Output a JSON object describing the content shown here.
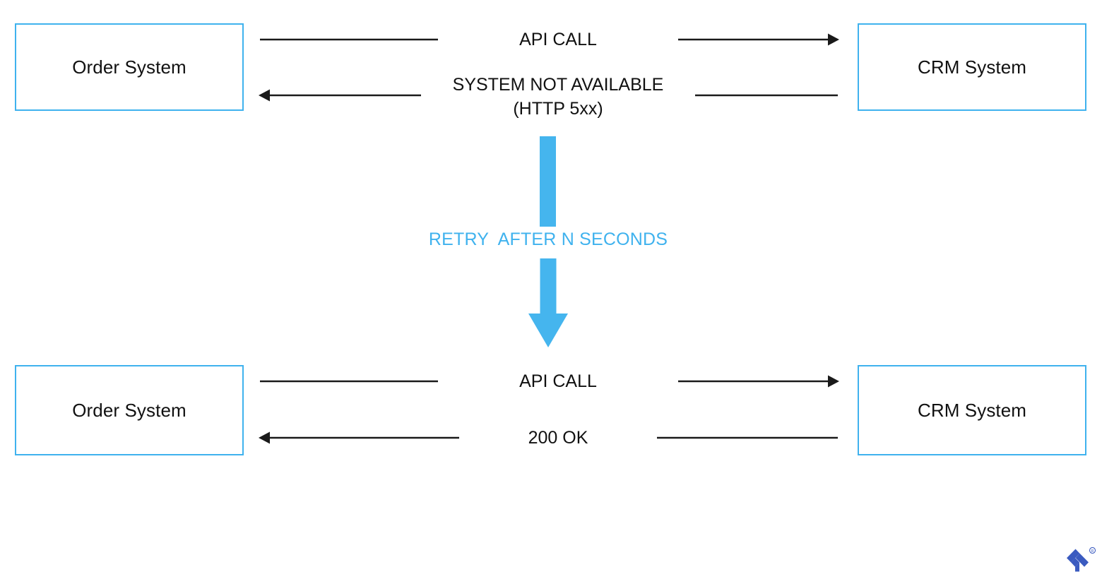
{
  "diagram": {
    "title": "API retry after HTTP 5xx sequence",
    "colors": {
      "box_border": "#3FB2EE",
      "retry_blue": "#45B5EE",
      "arrow_black": "#1A1A1A",
      "text_black": "#111111",
      "brand_blue": "#3B5BC0",
      "background": "#FFFFFF"
    },
    "sequences": [
      {
        "id": "first-attempt",
        "left_box": "Order System",
        "right_box": "CRM System",
        "messages": [
          {
            "label": "API CALL",
            "direction": "right"
          },
          {
            "label": "SYSTEM NOT AVAILABLE",
            "label_line2": "(HTTP 5xx)",
            "direction": "left"
          }
        ]
      },
      {
        "id": "retry-attempt",
        "left_box": "Order System",
        "right_box": "CRM System",
        "messages": [
          {
            "label": "API CALL",
            "direction": "right"
          },
          {
            "label": "200 OK",
            "direction": "right"
          }
        ]
      }
    ],
    "retry": {
      "label": "RETRY  AFTER N SECONDS",
      "direction": "down"
    },
    "brand": {
      "name": "toptal-logo",
      "trademark": "®"
    }
  }
}
